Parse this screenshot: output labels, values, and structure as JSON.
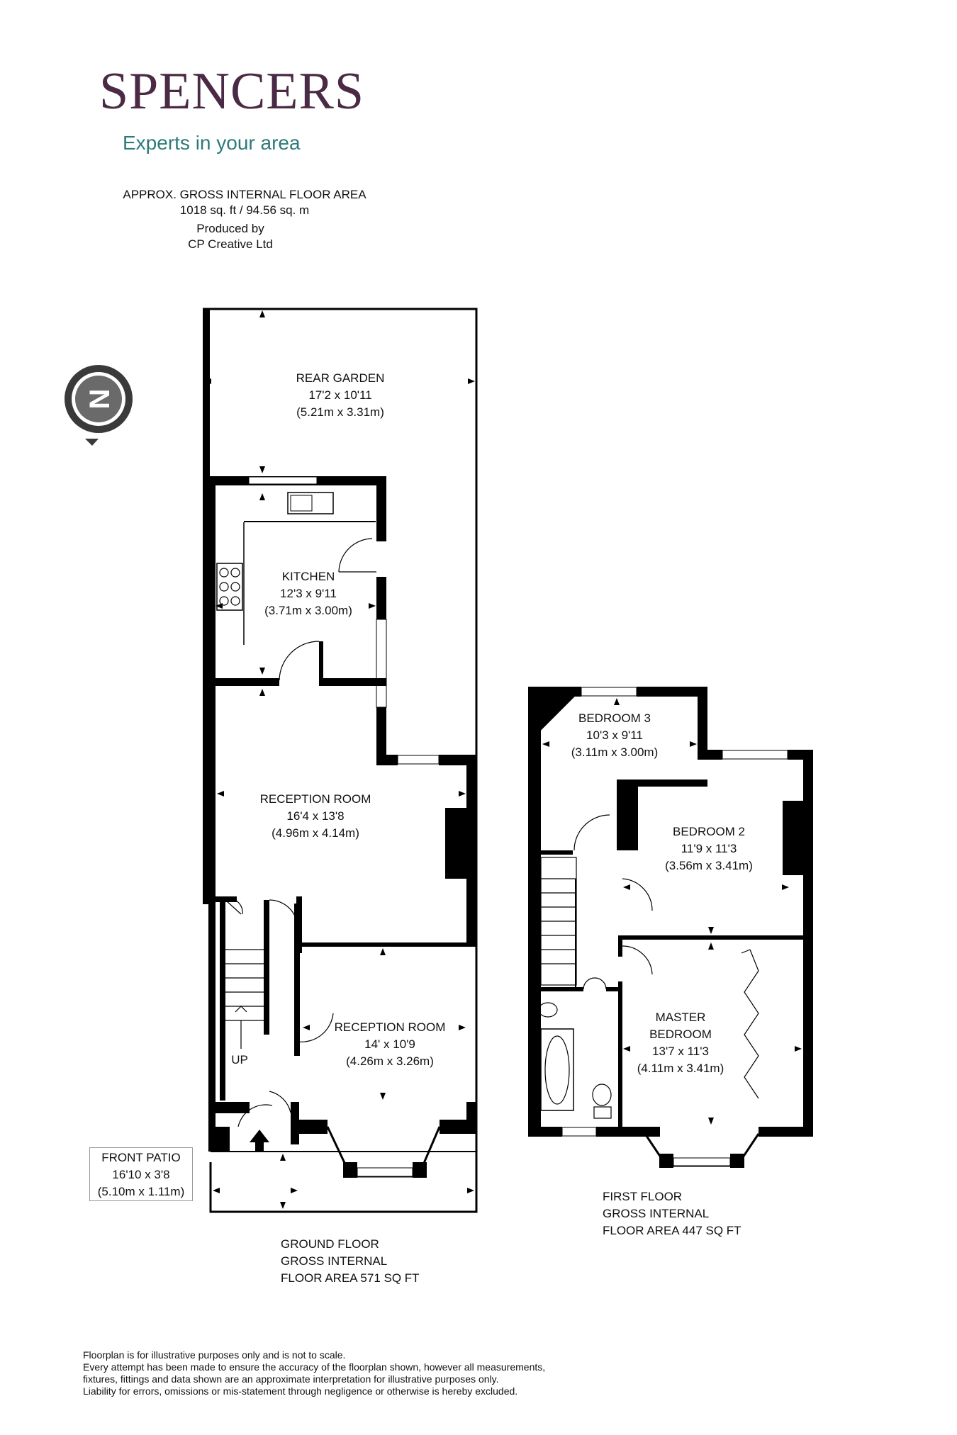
{
  "brand": {
    "name": "SPENCERS",
    "tagline": "Experts in your area",
    "color": "#4a2a45",
    "tagline_color": "#2d7b79"
  },
  "area_summary": {
    "title": "APPROX. GROSS INTERNAL FLOOR AREA",
    "value": "1018 sq. ft / 94.56 sq. m",
    "produced_by": "Produced by",
    "producer": "CP Creative Ltd"
  },
  "compass": {
    "letter": "N",
    "icon": "north-compass-icon"
  },
  "ground_floor": {
    "rooms": [
      {
        "name": "REAR GARDEN",
        "imperial": "17'2 x 10'11",
        "metric": "(5.21m x 3.31m)"
      },
      {
        "name": "KITCHEN",
        "imperial": "12'3 x 9'11",
        "metric": "(3.71m x 3.00m)"
      },
      {
        "name": "RECEPTION ROOM",
        "imperial": "16'4 x 13'8",
        "metric": "(4.96m x 4.14m)"
      },
      {
        "name": "RECEPTION ROOM",
        "imperial": "14' x 10'9",
        "metric": "(4.26m x 3.26m)"
      },
      {
        "name": "FRONT PATIO",
        "imperial": "16'10 x 3'8",
        "metric": "(5.10m x 1.11m)"
      }
    ],
    "stair_label": "UP",
    "caption": [
      "GROUND FLOOR",
      "GROSS INTERNAL",
      "FLOOR AREA 571 SQ FT"
    ]
  },
  "first_floor": {
    "rooms": [
      {
        "name": "BEDROOM 3",
        "imperial": "10'3 x 9'11",
        "metric": "(3.11m x 3.00m)"
      },
      {
        "name": "BEDROOM 2",
        "imperial": "11'9 x 11'3",
        "metric": "(3.56m x 3.41m)"
      },
      {
        "name": "MASTER",
        "name2": "BEDROOM",
        "imperial": "13'7 x 11'3",
        "metric": "(4.11m x 3.41m)"
      }
    ],
    "caption": [
      "FIRST FLOOR",
      "GROSS INTERNAL",
      "FLOOR AREA 447 SQ FT"
    ]
  },
  "disclaimer": [
    "Floorplan is for illustrative purposes only and is not to scale.",
    "Every attempt has been made to ensure the accuracy of the floorplan shown, however all measurements,",
    "fixtures, fittings and data shown are an approximate interpretation for illustrative purposes only.",
    "Liability for errors, omissions or mis-statement through negligence or otherwise is hereby excluded."
  ]
}
